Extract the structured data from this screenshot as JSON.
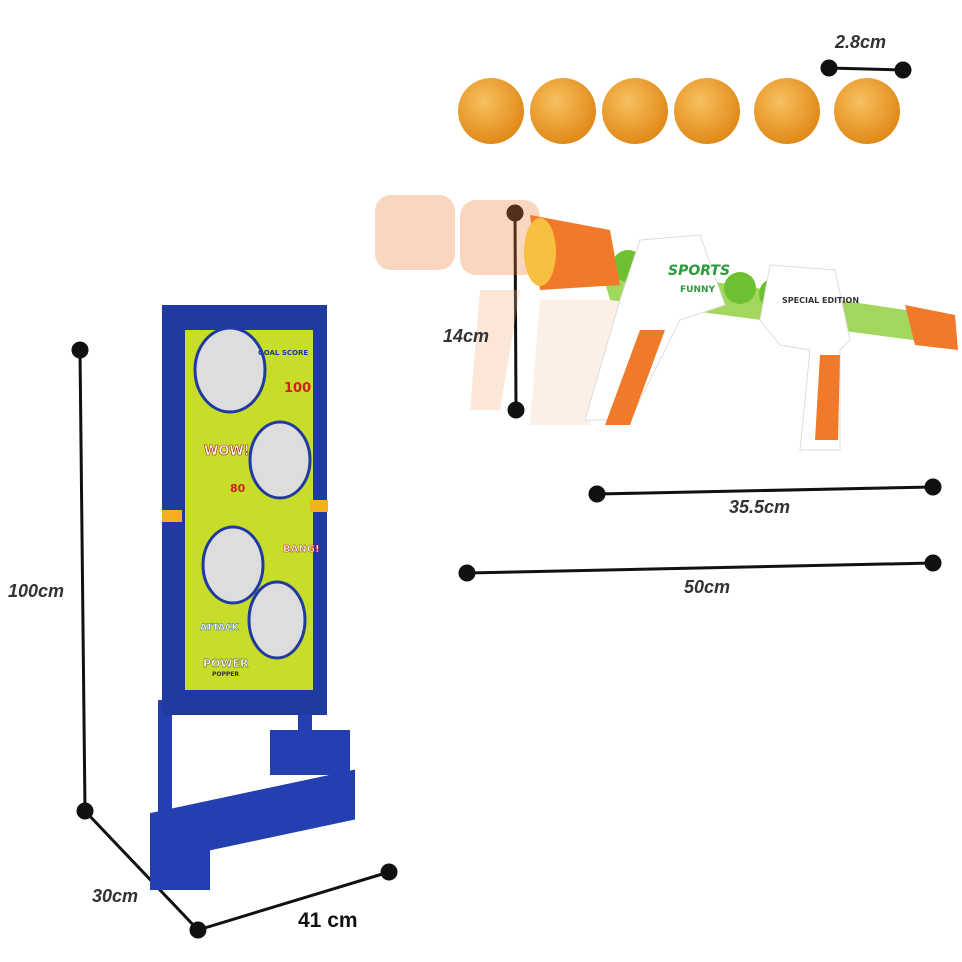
{
  "dimensions": {
    "ball_diameter": "2.8cm",
    "gun_height": "14cm",
    "gun_body_length": "35.5cm",
    "gun_total_length": "50cm",
    "target_height": "100cm",
    "target_depth": "30cm",
    "target_width": "41 cm"
  },
  "product_art": {
    "target_header": "GOAL SCORE",
    "score_100": "100",
    "wow": "WOW!",
    "score_80": "80",
    "bang": "BANG!",
    "attack": "ATTACK",
    "power": "POWER",
    "popper": "POPPER",
    "gun_brand": "SPORTS",
    "gun_sub": "FUNNY",
    "gun_edition": "SPECIAL EDITION"
  },
  "colors": {
    "target_frame": "#1f3aa0",
    "target_panel": "#c8dc2a",
    "ball": "#f0a030",
    "gun_orange": "#f07a2a",
    "gun_green": "#8fd040"
  }
}
